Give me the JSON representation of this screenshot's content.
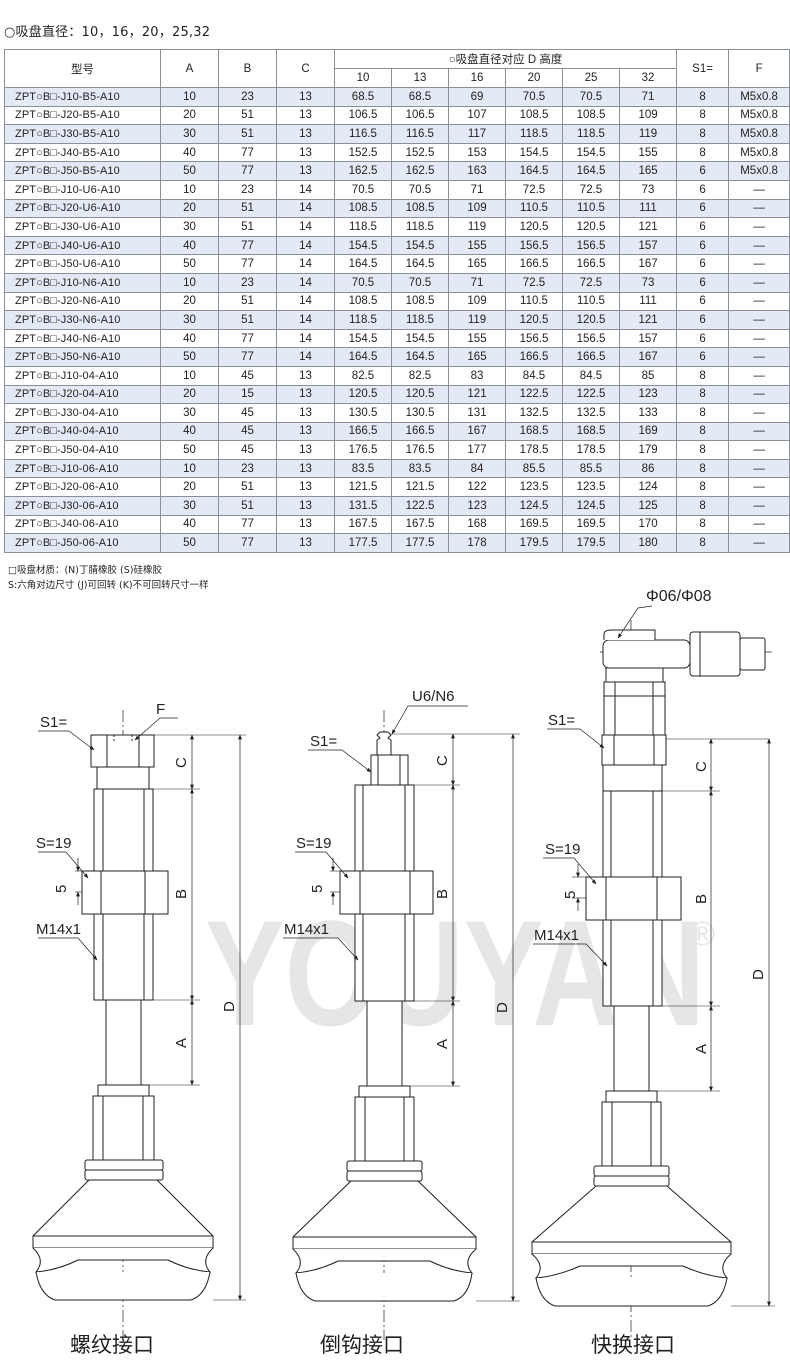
{
  "heading": "○吸盘直径：10，16，20，25,32",
  "table": {
    "h_model": "型号",
    "h_A": "A",
    "h_B": "B",
    "h_C": "C",
    "h_D_group": "○吸盘直径对应 D 高度",
    "h_diameters": [
      "10",
      "13",
      "16",
      "20",
      "25",
      "32"
    ],
    "h_S1": "S1=",
    "h_F": "F",
    "rows": [
      [
        "ZPT○B□-J10-B5-A10",
        "10",
        "23",
        "13",
        "68.5",
        "68.5",
        "69",
        "70.5",
        "70.5",
        "71",
        "8",
        "M5x0.8"
      ],
      [
        "ZPT○B□-J20-B5-A10",
        "20",
        "51",
        "13",
        "106.5",
        "106.5",
        "107",
        "108.5",
        "108.5",
        "109",
        "8",
        "M5x0.8"
      ],
      [
        "ZPT○B□-J30-B5-A10",
        "30",
        "51",
        "13",
        "116.5",
        "116.5",
        "117",
        "118.5",
        "118.5",
        "119",
        "8",
        "M5x0.8"
      ],
      [
        "ZPT○B□-J40-B5-A10",
        "40",
        "77",
        "13",
        "152.5",
        "152.5",
        "153",
        "154.5",
        "154.5",
        "155",
        "8",
        "M5x0.8"
      ],
      [
        "ZPT○B□-J50-B5-A10",
        "50",
        "77",
        "13",
        "162.5",
        "162.5",
        "163",
        "164.5",
        "164.5",
        "165",
        "6",
        "M5x0.8"
      ],
      [
        "ZPT○B□-J10-U6-A10",
        "10",
        "23",
        "14",
        "70.5",
        "70.5",
        "71",
        "72.5",
        "72.5",
        "73",
        "6",
        "—"
      ],
      [
        "ZPT○B□-J20-U6-A10",
        "20",
        "51",
        "14",
        "108.5",
        "108.5",
        "109",
        "110.5",
        "110.5",
        "111",
        "6",
        "—"
      ],
      [
        "ZPT○B□-J30-U6-A10",
        "30",
        "51",
        "14",
        "118.5",
        "118.5",
        "119",
        "120.5",
        "120.5",
        "121",
        "6",
        "—"
      ],
      [
        "ZPT○B□-J40-U6-A10",
        "40",
        "77",
        "14",
        "154.5",
        "154.5",
        "155",
        "156.5",
        "156.5",
        "157",
        "6",
        "—"
      ],
      [
        "ZPT○B□-J50-U6-A10",
        "50",
        "77",
        "14",
        "164.5",
        "164.5",
        "165",
        "166.5",
        "166.5",
        "167",
        "6",
        "—"
      ],
      [
        "ZPT○B□-J10-N6-A10",
        "10",
        "23",
        "14",
        "70.5",
        "70.5",
        "71",
        "72.5",
        "72.5",
        "73",
        "6",
        "—"
      ],
      [
        "ZPT○B□-J20-N6-A10",
        "20",
        "51",
        "14",
        "108.5",
        "108.5",
        "109",
        "110.5",
        "110.5",
        "111",
        "6",
        "—"
      ],
      [
        "ZPT○B□-J30-N6-A10",
        "30",
        "51",
        "14",
        "118.5",
        "118.5",
        "119",
        "120.5",
        "120.5",
        "121",
        "6",
        "—"
      ],
      [
        "ZPT○B□-J40-N6-A10",
        "40",
        "77",
        "14",
        "154.5",
        "154.5",
        "155",
        "156.5",
        "156.5",
        "157",
        "6",
        "—"
      ],
      [
        "ZPT○B□-J50-N6-A10",
        "50",
        "77",
        "14",
        "164.5",
        "164.5",
        "165",
        "166.5",
        "166.5",
        "167",
        "6",
        "—"
      ],
      [
        "ZPT○B□-J10-04-A10",
        "10",
        "45",
        "13",
        "82.5",
        "82.5",
        "83",
        "84.5",
        "84.5",
        "85",
        "8",
        "—"
      ],
      [
        "ZPT○B□-J20-04-A10",
        "20",
        "15",
        "13",
        "120.5",
        "120.5",
        "121",
        "122.5",
        "122.5",
        "123",
        "8",
        "—"
      ],
      [
        "ZPT○B□-J30-04-A10",
        "30",
        "45",
        "13",
        "130.5",
        "130.5",
        "131",
        "132.5",
        "132.5",
        "133",
        "8",
        "—"
      ],
      [
        "ZPT○B□-J40-04-A10",
        "40",
        "45",
        "13",
        "166.5",
        "166.5",
        "167",
        "168.5",
        "168.5",
        "169",
        "8",
        "—"
      ],
      [
        "ZPT○B□-J50-04-A10",
        "50",
        "45",
        "13",
        "176.5",
        "176.5",
        "177",
        "178.5",
        "178.5",
        "179",
        "8",
        "—"
      ],
      [
        "ZPT○B□-J10-06-A10",
        "10",
        "23",
        "13",
        "83.5",
        "83.5",
        "84",
        "85.5",
        "85.5",
        "86",
        "8",
        "—"
      ],
      [
        "ZPT○B□-J20-06-A10",
        "20",
        "51",
        "13",
        "121.5",
        "121.5",
        "122",
        "123.5",
        "123.5",
        "124",
        "8",
        "—"
      ],
      [
        "ZPT○B□-J30-06-A10",
        "30",
        "51",
        "13",
        "131.5",
        "122.5",
        "123",
        "124.5",
        "124.5",
        "125",
        "8",
        "—"
      ],
      [
        "ZPT○B□-J40-06-A10",
        "40",
        "77",
        "13",
        "167.5",
        "167.5",
        "168",
        "169.5",
        "169.5",
        "170",
        "8",
        "—"
      ],
      [
        "ZPT○B□-J50-06-A10",
        "50",
        "77",
        "13",
        "177.5",
        "177.5",
        "178",
        "179.5",
        "179.5",
        "180",
        "8",
        "—"
      ]
    ]
  },
  "notes": [
    "□吸盘材质：(N)丁腈橡胶   (S)硅橡胶",
    "S:六角对边尺寸      (J)可回转   (K)不可回转尺寸一样"
  ],
  "watermark": "YOUYAN",
  "watermark_mark": "®",
  "figures": {
    "left": {
      "caption": "螺纹接口",
      "s1": "S1=",
      "f": "F",
      "s19": "S=19",
      "thread": "M14x1",
      "dim_5": "5",
      "dim_A": "A",
      "dim_B": "B",
      "dim_C": "C",
      "dim_D": "D"
    },
    "middle": {
      "caption": "倒钩接口",
      "s1": "S1=",
      "port": "U6/N6",
      "s19": "S=19",
      "thread": "M14x1",
      "dim_5": "5",
      "dim_A": "A",
      "dim_B": "B",
      "dim_C": "C",
      "dim_D": "D"
    },
    "right": {
      "caption": "快换接口",
      "s1": "S1=",
      "port": "Φ06/Φ08",
      "s19": "S=19",
      "thread": "M14x1",
      "dim_5": "5",
      "dim_A": "A",
      "dim_B": "B",
      "dim_C": "C",
      "dim_D": "D"
    }
  },
  "colors": {
    "row_alt": "#e4eaf5",
    "line": "#231f20",
    "watermark": "#e6e6e6"
  }
}
